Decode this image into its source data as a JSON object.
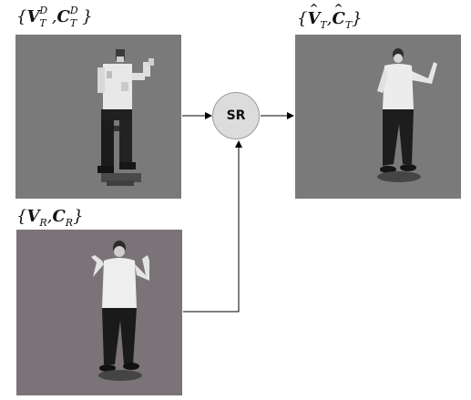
{
  "labels": {
    "depth_input": {
      "open": "{",
      "v": "V",
      "v_sup": "D",
      "v_sub": "T",
      "comma": ",",
      "c": "C",
      "c_sup": "D",
      "c_sub": "T",
      "close": "}"
    },
    "reference_input": {
      "open": "{",
      "v": "V",
      "v_sub": "R",
      "comma": ",",
      "c": "C",
      "c_sub": "R",
      "close": "}"
    },
    "output": {
      "open": "{",
      "v": "V",
      "v_sub": "T",
      "comma": ",",
      "c": "C",
      "c_sub": "T",
      "close": "}"
    }
  },
  "node": {
    "label": "SR"
  },
  "colors": {
    "panel_background": "#7a7a7a",
    "node_fill": "#dcdcdc",
    "arrow": "#000000"
  }
}
